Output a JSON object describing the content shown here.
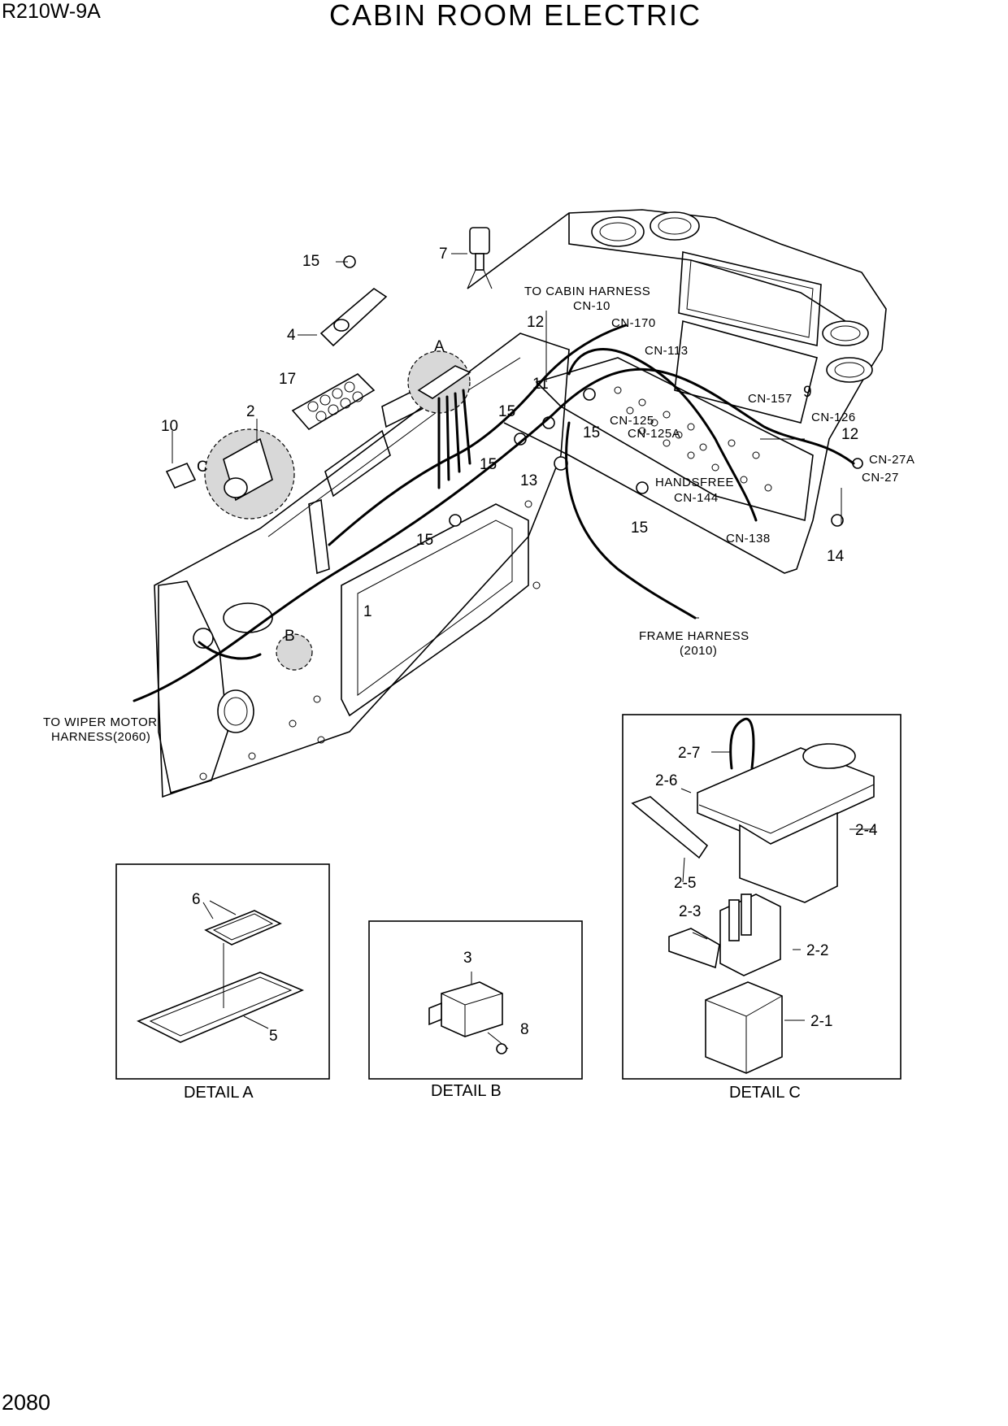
{
  "header": {
    "model": "R210W-9A",
    "title": "CABIN ROOM ELECTRIC"
  },
  "footer": {
    "page_number": "2080"
  },
  "callouts": {
    "c1": "1",
    "c2": "2",
    "c4": "4",
    "c7": "7",
    "c9": "9",
    "c10": "10",
    "c11": "11",
    "c12a": "12",
    "c12b": "12",
    "c13": "13",
    "c14": "14",
    "c15a": "15",
    "c15b": "15",
    "c15c": "15",
    "c15d": "15",
    "c15e": "15",
    "c15f": "15",
    "c17": "17",
    "detailA": "A",
    "detailB": "B",
    "detailC": "C"
  },
  "connectors": {
    "cn10": "CN-10",
    "cn170": "CN-170",
    "cn113": "CN-113",
    "cn125": "CN-125",
    "cn125a": "CN-125A",
    "cn157": "CN-157",
    "cn126": "CN-126",
    "cn27a": "CN-27A",
    "cn27": "CN-27",
    "cn144": "CN-144",
    "cn138": "CN-138"
  },
  "notes": {
    "to_cabin_harness": "TO CABIN HARNESS",
    "handsfree": "HANDSFREE",
    "frame_harness": "FRAME HARNESS",
    "frame_harness_ref": "(2010)",
    "to_wiper_motor": "TO WIPER MOTOR",
    "wiper_harness_ref": "HARNESS(2060)"
  },
  "details": {
    "a": {
      "caption": "DETAIL A",
      "labels": {
        "l6": "6",
        "l5": "5"
      }
    },
    "b": {
      "caption": "DETAIL B",
      "labels": {
        "l3": "3",
        "l8": "8"
      }
    },
    "c": {
      "caption": "DETAIL C",
      "labels": {
        "l2_7": "2-7",
        "l2_6": "2-6",
        "l2_4": "2-4",
        "l2_5": "2-5",
        "l2_3": "2-3",
        "l2_2": "2-2",
        "l2_1": "2-1"
      }
    }
  }
}
